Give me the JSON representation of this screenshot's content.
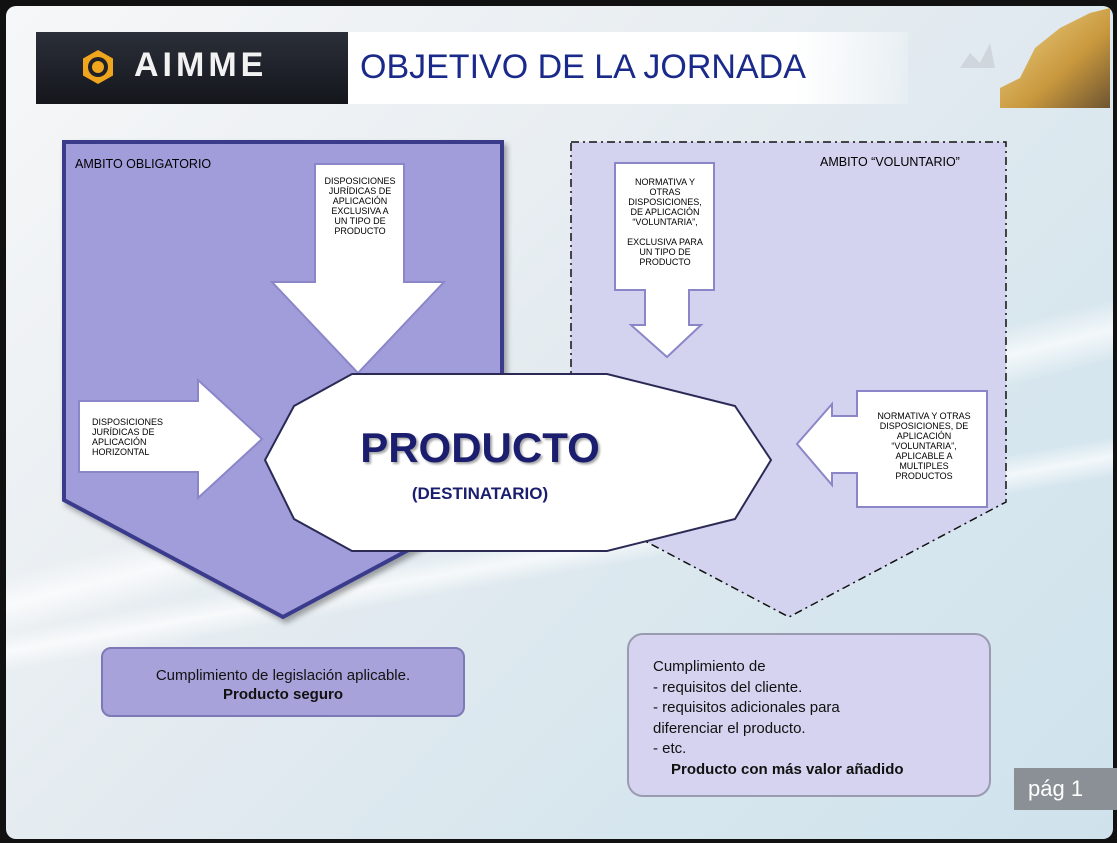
{
  "header": {
    "logo_text": "AIMME",
    "title": "OBJETIVO DE LA JORNADA"
  },
  "diagram": {
    "mandatory_label": "AMBITO OBLIGATORIO",
    "voluntary_label": "AMBITO “VOLUNTARIO”",
    "top_left_arrow_lines": [
      "DISPOSICIONES",
      "JURÍDICAS DE",
      "APLICACIÓN",
      "EXCLUSIVA A",
      "UN TIPO DE",
      "PRODUCTO"
    ],
    "left_arrow_lines": [
      "DISPOSICIONES",
      "JURÍDICAS DE",
      "APLICACIÓN",
      "HORIZONTAL"
    ],
    "top_right_arrow_lines": [
      "NORMATIVA Y",
      "OTRAS",
      "DISPOSICIONES,",
      "DE APLICACIÓN",
      "“VOLUNTARIA”,",
      "",
      "EXCLUSIVA PARA",
      "UN TIPO DE",
      "PRODUCTO"
    ],
    "right_arrow_lines": [
      "NORMATIVA Y OTRAS",
      "DISPOSICIONES, DE",
      "APLICACIÓN",
      "“VOLUNTARIA”,",
      "APLICABLE A",
      "MULTIPLES",
      "PRODUCTOS"
    ],
    "center_title": "PRODUCTO",
    "center_subtitle": "(DESTINATARIO)"
  },
  "legal_box": {
    "line1": "Cumplimiento de legislación aplicable.",
    "line2": "Producto seguro"
  },
  "added_value_box": {
    "line1": "Cumplimiento de",
    "line2": "- requisitos del cliente.",
    "line3": "- requisitos adicionales para",
    "line4": "diferenciar el producto.",
    "line5": "- etc.",
    "line6": "Producto con más valor añadido"
  },
  "footer": {
    "page": "pág 1"
  },
  "colors": {
    "mandatory_fill": "#a19ddb",
    "mandatory_border": "#3a3a8c",
    "voluntary_fill": "#d3d2ef",
    "title_blue": "#1a2a8a",
    "product_text": "#1b1e6e"
  }
}
